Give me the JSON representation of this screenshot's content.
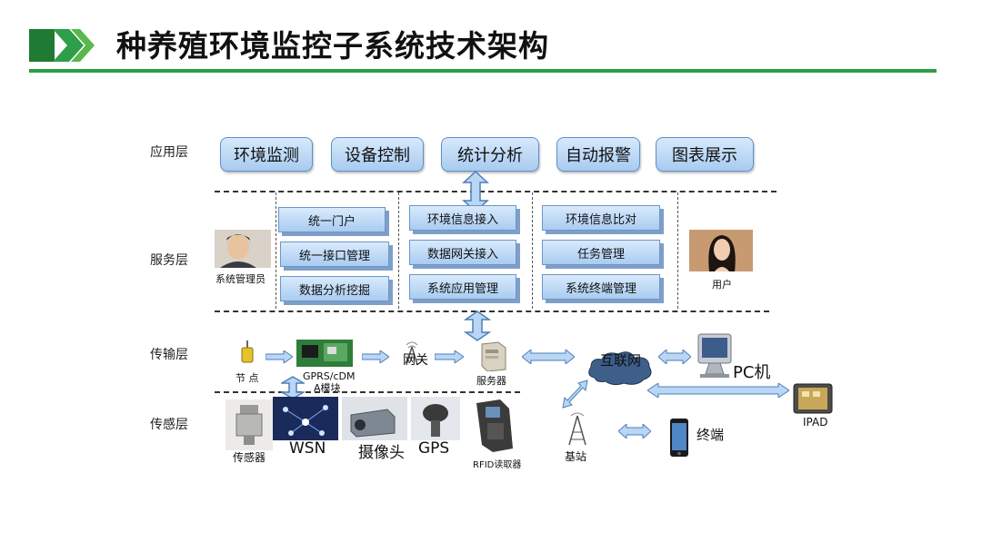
{
  "title": "种养殖环境监控子系统技术架构",
  "colors": {
    "accent": "#2e9e48",
    "box_fill": "#a9ccf1",
    "box_border": "#5f8fc4"
  },
  "layers": {
    "app": "应用层",
    "service": "服务层",
    "transport": "传输层",
    "sensing": "传感层"
  },
  "app_layer": [
    "环境监测",
    "设备控制",
    "统计分析",
    "自动报警",
    "图表展示"
  ],
  "service_layer": {
    "col1": [
      "统一门户",
      "统一接口管理",
      "数据分析挖掘"
    ],
    "col2": [
      "环境信息接入",
      "数据网关接入",
      "系统应用管理"
    ],
    "col3": [
      "环境信息比对",
      "任务管理",
      "系统终端管理"
    ],
    "admin_label": "系统管理员",
    "user_label": "用户"
  },
  "transport_layer": {
    "node": "节 点",
    "gprs_line1": "GPRS/cDM",
    "gprs_line2": "A模块",
    "gateway": "网关",
    "server": "服务器",
    "internet": "互联网",
    "pc": "PC机",
    "ipad": "IPAD",
    "base_station": "基站",
    "terminal": "终端"
  },
  "sensing_layer": {
    "sensor": "传感器",
    "wsn": "WSN",
    "camera": "摄像头",
    "gps": "GPS",
    "rfid": "RFID读取器"
  }
}
